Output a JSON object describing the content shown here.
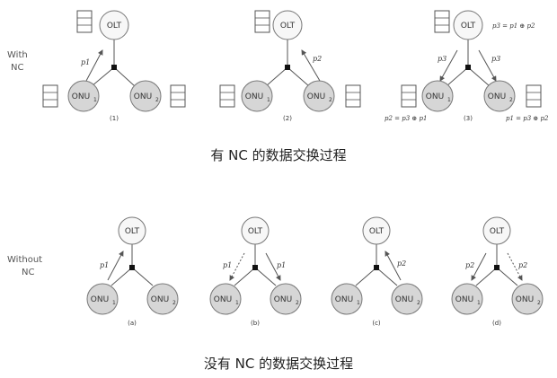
{
  "with_nc": {
    "side_label_1": "With",
    "side_label_2": "NC",
    "caption": "有 NC 的数据交换过程",
    "panels": [
      {
        "id": "(1)",
        "labels": [
          "p1"
        ]
      },
      {
        "id": "(2)",
        "labels": [
          "p2"
        ]
      },
      {
        "id": "(3)",
        "labels": [
          "p3",
          "p3"
        ],
        "equations": {
          "top": "p3 = p1 ⊕ p2",
          "left": "p2 = p3 ⊕ p1",
          "right": "p1 = p3 ⊕ p2"
        }
      }
    ]
  },
  "without_nc": {
    "side_label_1": "Without",
    "side_label_2": "NC",
    "caption": "没有 NC 的数据交换过程",
    "panels": [
      {
        "id": "(a)",
        "labels": [
          "p1"
        ]
      },
      {
        "id": "(b)",
        "labels": [
          "p1",
          "p1"
        ]
      },
      {
        "id": "(c)",
        "labels": [
          "p2"
        ]
      },
      {
        "id": "(d)",
        "labels": [
          "p2",
          "p2"
        ]
      }
    ]
  },
  "nodes": {
    "olt": "OLT",
    "onu_prefix": "ONU",
    "onu1_sub": "1",
    "onu2_sub": "2"
  },
  "colors": {
    "olt_fill": "#f7f7f7",
    "onu_fill": "#d6d6d6",
    "stroke": "#777777"
  }
}
